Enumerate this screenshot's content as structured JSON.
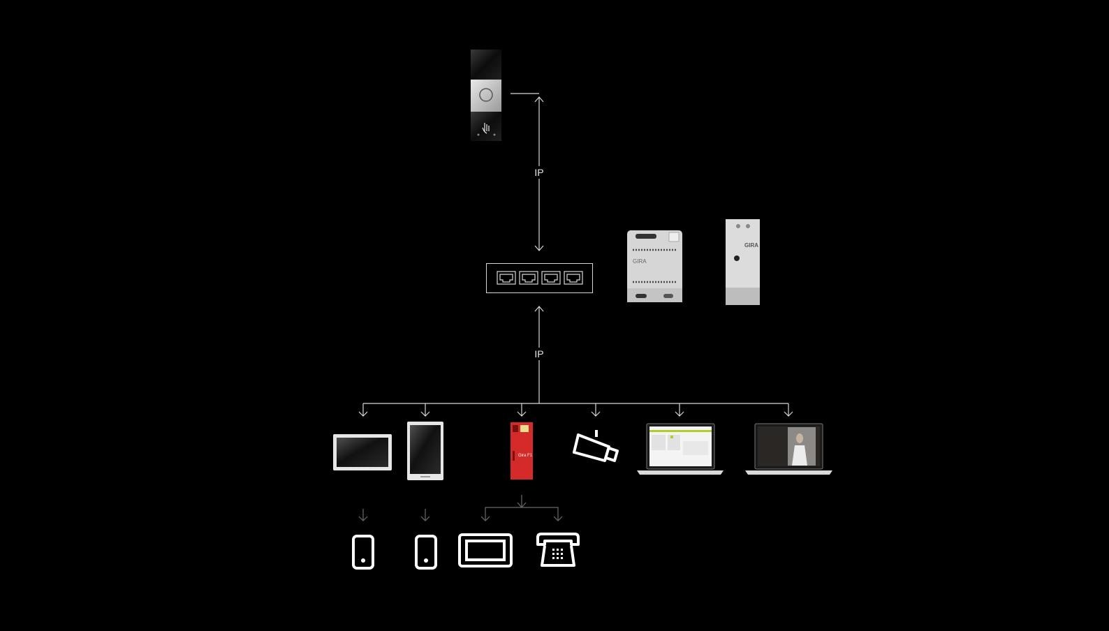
{
  "diagram": {
    "top_link_label": "IP",
    "bottom_link_label": "IP",
    "logos": {
      "power_supply": "GIRA",
      "gateway": "GIRA",
      "f1_server": "Gira F1"
    },
    "colors": {
      "background": "#000000",
      "line": "#d8d8d8",
      "dim_line": "#6a6a6a",
      "f1_red": "#d42a2a",
      "device_silver": "#d9d9d9"
    }
  }
}
